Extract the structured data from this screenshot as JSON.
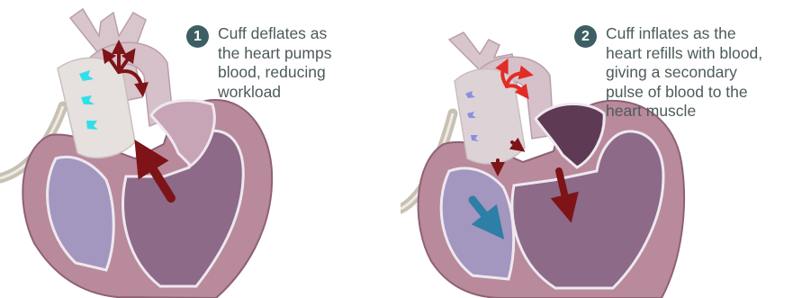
{
  "steps": [
    {
      "number": "1",
      "caption_lines": [
        "Cuff deflates as",
        "the heart pumps",
        "blood, reducing",
        "workload"
      ]
    },
    {
      "number": "2",
      "caption_lines": [
        "Cuff inflates as the",
        "heart refills with blood,",
        "giving a secondary",
        "pulse of blood to the",
        "heart muscle"
      ]
    }
  ],
  "colors": {
    "badge": "#3d5f64",
    "caption_text": "#4d5a5c",
    "heart_wall": "#b88a9c",
    "chamber_left": "#8c6a88",
    "chamber_right": "#a396bf",
    "aorta": "#dcc9cf",
    "cuff": "#e6e0de",
    "catheter": "#c8c1b3",
    "arrow_dark_red": "#7e1418",
    "arrow_red": "#e22c27",
    "arrow_cyan": "#2fe0e8",
    "arrow_blue": "#2d7fa6",
    "arrow_lavender": "#8b8fe0"
  }
}
